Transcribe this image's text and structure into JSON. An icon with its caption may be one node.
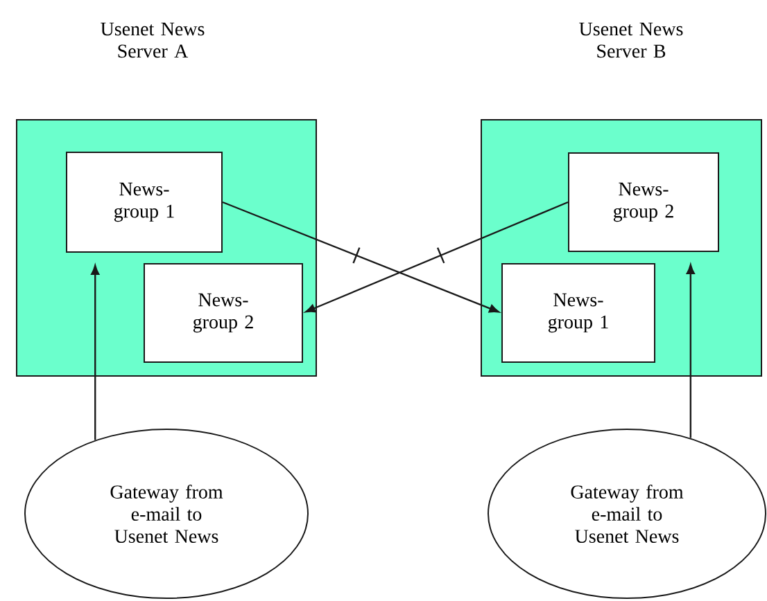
{
  "diagram": {
    "nodes": [
      {
        "text": [
          "Usenet News Server A"
        ]
      },
      {
        "text": [
          "News- group 1"
        ],
        "in": 0
      },
      {
        "text": [
          "News- group 2"
        ],
        "in": 0
      },
      {
        "text": [
          "Usenet News Server B"
        ]
      },
      {
        "text": [
          "News- group 2"
        ],
        "in": 3
      },
      {
        "text": [
          "News- group 1"
        ],
        "in": 3
      },
      {
        "text": [
          "Gateway from e-mail to Usenet News"
        ]
      },
      {
        "text": [
          "Gateway from e-mail to Usenet News"
        ]
      }
    ],
    "edges": [
      {
        "from": 1,
        "to": 5,
        "arrow": "to"
      },
      {
        "from": 4,
        "to": 2,
        "arrow": "to"
      },
      {
        "from": 6,
        "to": 1,
        "arrow": "to"
      },
      {
        "from": 7,
        "to": 4,
        "arrow": "to"
      }
    ]
  }
}
